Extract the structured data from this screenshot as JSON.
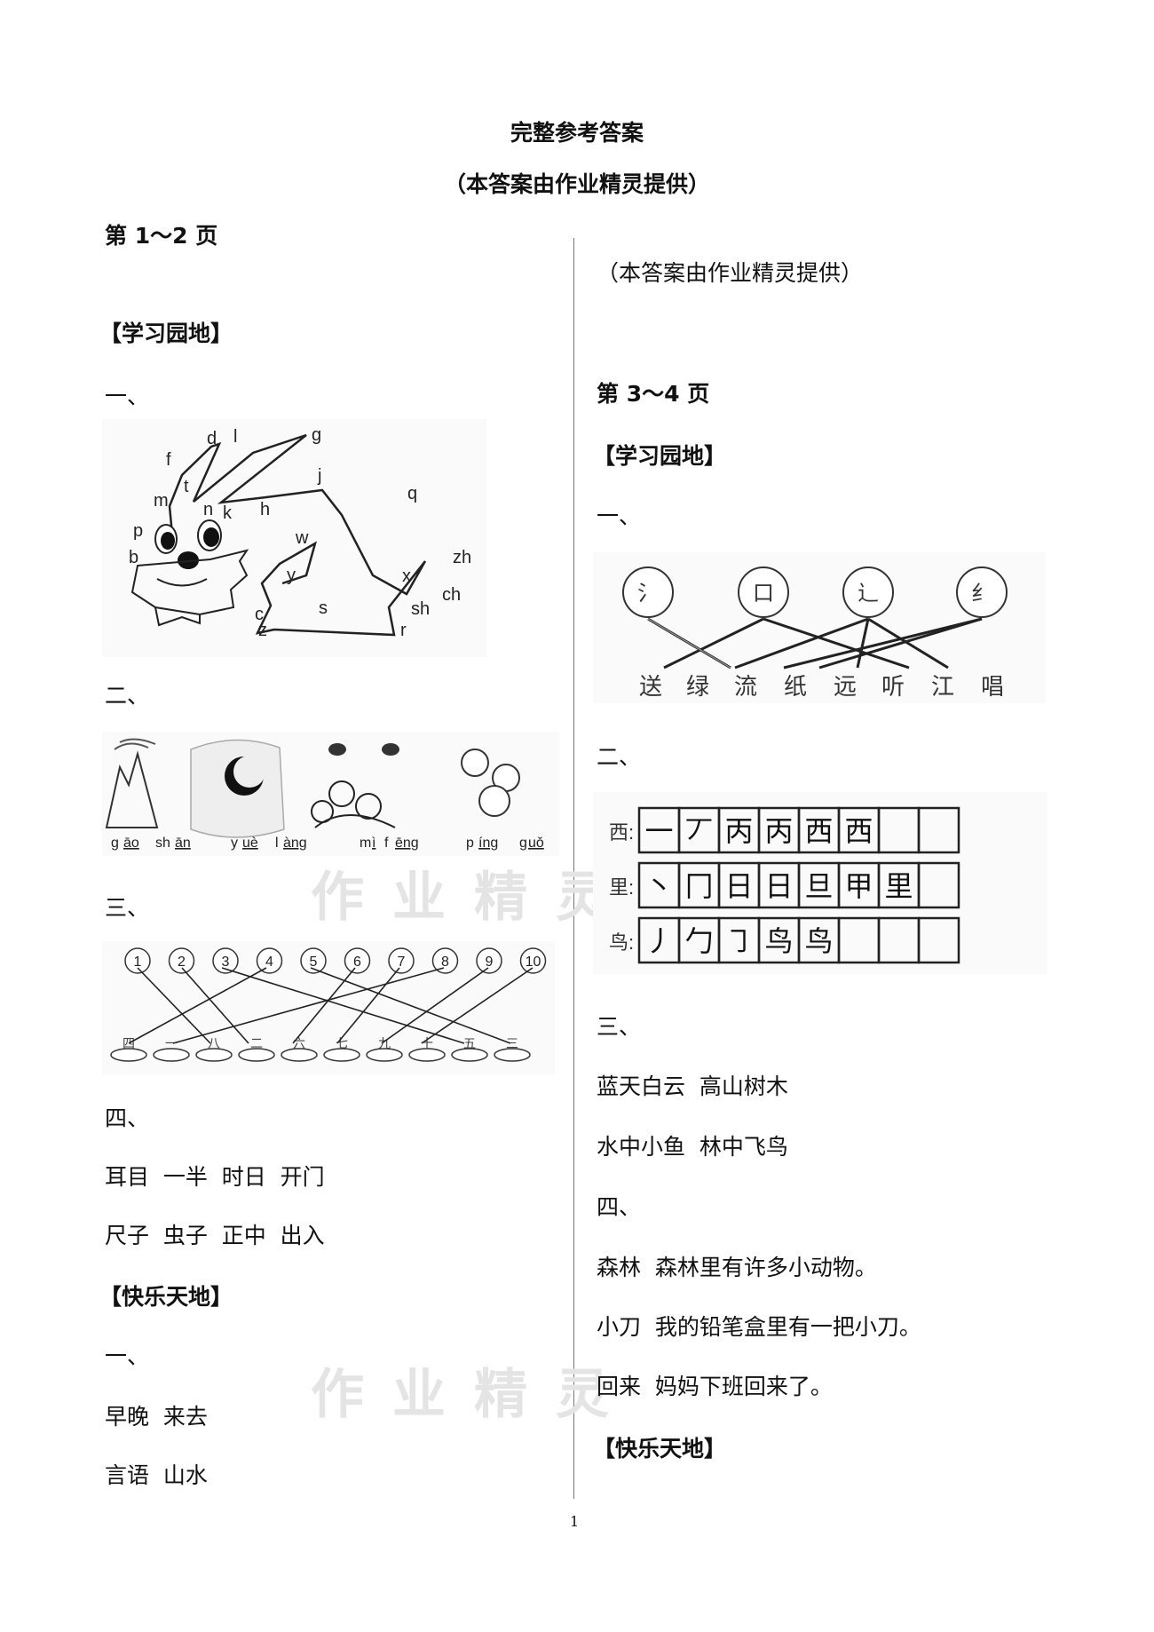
{
  "doc": {
    "title": "完整参考答案",
    "subtitle": "（本答案由作业精灵提供）",
    "page_number": "1",
    "watermark": "作业精灵"
  },
  "left": {
    "page_title": "第 1～2 页",
    "section1": "【学习园地】",
    "q1": "一、",
    "q2": "二、",
    "q3": "三、",
    "q4": "四、",
    "q4_line1": "耳目  一半  时日  开门",
    "q4_line2": "尺子  虫子  正中  出入",
    "section2": "【快乐天地】",
    "q5": "一、",
    "q5_line1": "早晚  来去",
    "q5_line2": "言语  山水"
  },
  "right": {
    "note": "（本答案由作业精灵提供）",
    "page_title": "第 3～4 页",
    "section1": "【学习园地】",
    "q1": "一、",
    "q2": "二、",
    "q3": "三、",
    "q3_line1": "蓝天白云  高山树木",
    "q3_line2": "水中小鱼  林中飞鸟",
    "q4": "四、",
    "q4_line1": "森林  森林里有许多小动物。",
    "q4_line2": "小刀  我的铅笔盒里有一把小刀。",
    "q4_line3": "回来  妈妈下班回来了。",
    "section2": "【快乐天地】"
  },
  "figures": {
    "rabbit_letters": [
      "d",
      "l",
      "g",
      "f",
      "t",
      "j",
      "m",
      "n",
      "k",
      "h",
      "q",
      "p",
      "w",
      "zh",
      "b",
      "y",
      "x",
      "ch",
      "c",
      "s",
      "sh",
      "z",
      "r"
    ],
    "pinyin_items": [
      {
        "initial": "g",
        "final": "āo",
        "initial2": "sh",
        "final2": "ān"
      },
      {
        "initial": "y",
        "final": "uè",
        "initial2": "l",
        "final2": "àng"
      },
      {
        "initial": "m",
        "final": "ì",
        "initial2": "f",
        "final2": "ēng"
      },
      {
        "initial": "p",
        "final": "íng",
        "initial2": "g",
        "final2": "uǒ"
      }
    ],
    "apple_numbers": [
      "1",
      "2",
      "3",
      "4",
      "5",
      "6",
      "7",
      "8",
      "9",
      "10"
    ],
    "bowl_numerals": [
      "四",
      "一",
      "八",
      "二",
      "六",
      "七",
      "九",
      "十",
      "五",
      "三"
    ],
    "radicals": [
      "氵",
      "口",
      "辶",
      "纟"
    ],
    "radical_words": [
      "送",
      "绿",
      "流",
      "纸",
      "远",
      "听",
      "江",
      "唱"
    ],
    "stroke_rows": [
      {
        "char": "西",
        "strokes": [
          "一",
          "丆",
          "丙",
          "丙",
          "西",
          "西"
        ]
      },
      {
        "char": "里",
        "strokes": [
          "丶",
          "冂",
          "日",
          "日",
          "旦",
          "甲",
          "里"
        ]
      },
      {
        "char": "鸟",
        "strokes": [
          "丿",
          "勹",
          "㇆",
          "鸟",
          "鸟"
        ]
      }
    ]
  }
}
